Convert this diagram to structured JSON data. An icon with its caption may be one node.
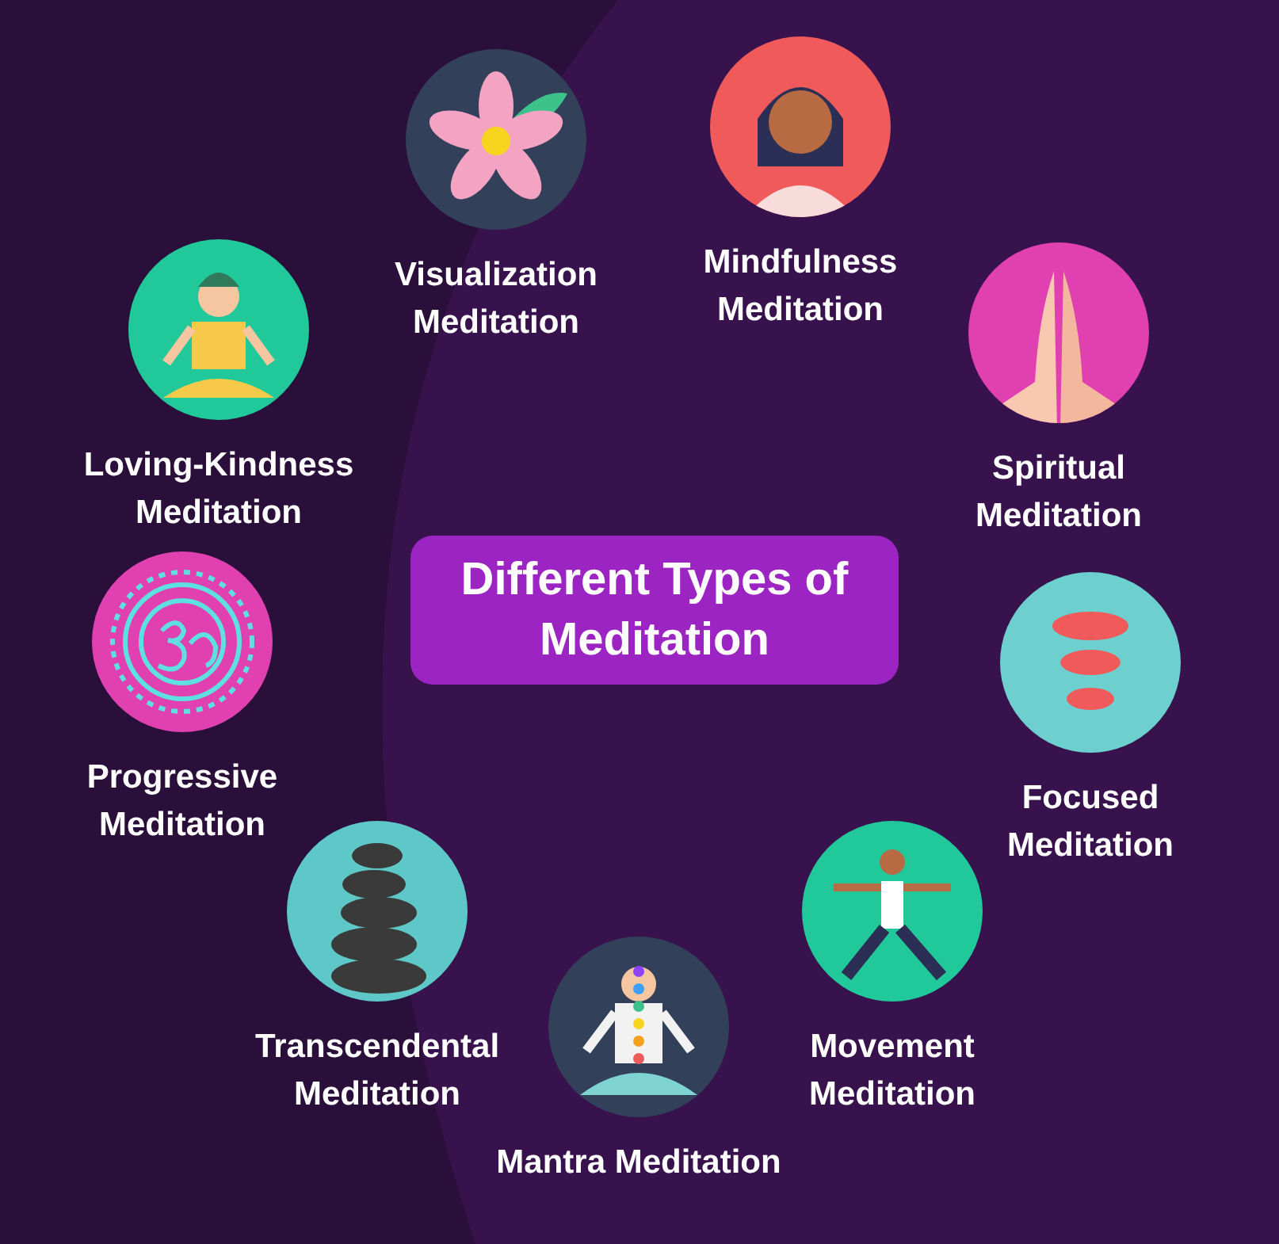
{
  "diagram": {
    "title": "Different Types of Meditation",
    "nodes": [
      {
        "text": [
          "Visualization Meditation"
        ]
      },
      {
        "text": [
          "Mindfulness Meditation"
        ]
      },
      {
        "text": [
          "Loving-Kindness Meditation"
        ]
      },
      {
        "text": [
          "Spiritual Meditation"
        ]
      },
      {
        "text": [
          "Progressive Meditation"
        ]
      },
      {
        "text": [
          "Focused Meditation"
        ]
      },
      {
        "text": [
          "Transcendental Meditation"
        ]
      },
      {
        "text": [
          "Movement Meditation"
        ]
      },
      {
        "text": [
          "Mantra Meditation"
        ]
      }
    ]
  }
}
